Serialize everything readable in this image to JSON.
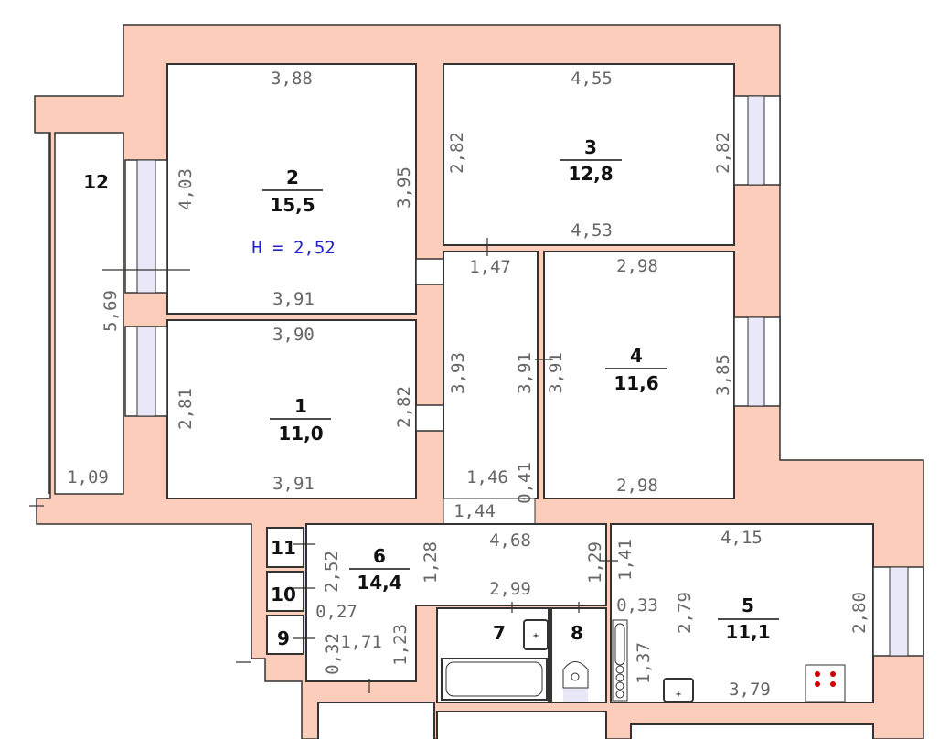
{
  "colors": {
    "wall": "#fccdbb",
    "line": "#333333",
    "dim": "#666666",
    "height": "#2222cc",
    "glass": "#e8e8f8",
    "stove": "#cc0000"
  },
  "rooms": [
    {
      "number": "1",
      "area": "11,0"
    },
    {
      "number": "2",
      "area": "15,5"
    },
    {
      "number": "3",
      "area": "12,8"
    },
    {
      "number": "4",
      "area": "11,6"
    },
    {
      "number": "5",
      "area": "11,1"
    },
    {
      "number": "6",
      "area": "14,4"
    },
    {
      "number": "7"
    },
    {
      "number": "8"
    },
    {
      "number": "9"
    },
    {
      "number": "10"
    },
    {
      "number": "11"
    },
    {
      "number": "12"
    }
  ],
  "ceiling_height": "H = 2,52",
  "dims": {
    "r2_top": "3,88",
    "r2_left": "4,03",
    "r2_right": "3,95",
    "r2_bottom": "3,91",
    "r1_top": "3,90",
    "r1_left": "2,81",
    "r1_right": "2,82",
    "r1_bottom": "3,91",
    "r3_top": "4,55",
    "r3_left": "2,82",
    "r3_right": "2,82",
    "r3_bottom": "4,53",
    "r4_top": "2,98",
    "r4_left": "3,91",
    "r4_right": "3,85",
    "r4_bottom": "2,98",
    "cor_top": "1,47",
    "cor_left": "3,93",
    "cor_right": "3,91",
    "cor_bottom": "1,46",
    "cor_door": "1,44",
    "cor_small": "0,41",
    "bal_len": "5,69",
    "bal_w": "1,09",
    "r6_top": "4,68",
    "r6_a": "2,52",
    "r6_b": "1,28",
    "r6_c": "2,99",
    "r6_d": "1,29",
    "r6_e": "0,27",
    "r6_f": "1,71",
    "r6_g": "0,32",
    "r6_h": "1,23",
    "r5_top": "4,15",
    "r5_left1": "1,41",
    "r5_left2": "0,33",
    "r5_left3": "1,37",
    "r5_inner": "2,79",
    "r5_right": "2,80",
    "r5_bottom": "3,79"
  }
}
